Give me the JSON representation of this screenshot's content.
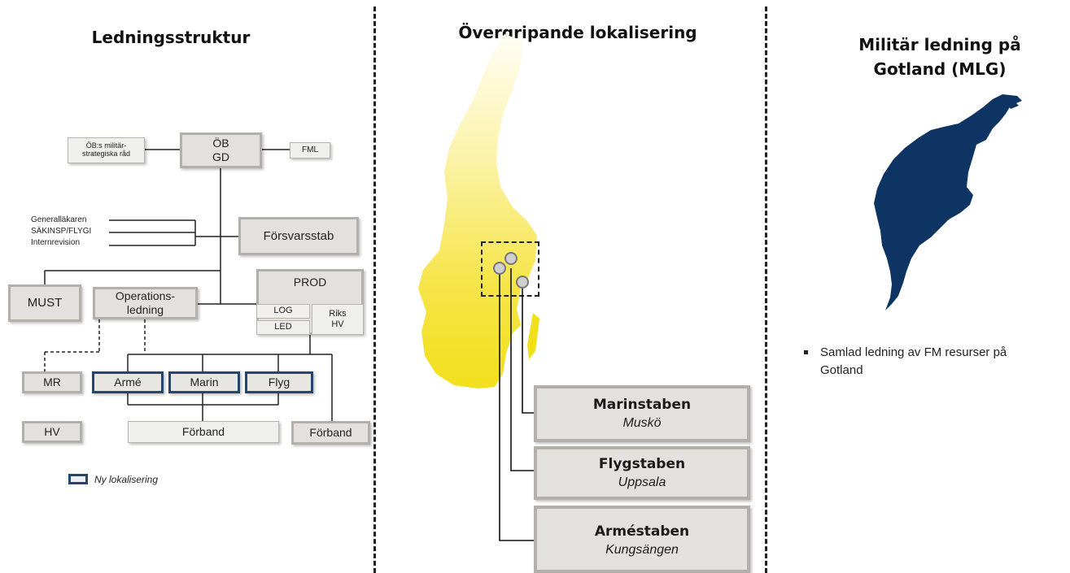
{
  "sections": {
    "left_title": "Ledningsstruktur",
    "middle_title": "Övergripande lokalisering",
    "right_title_line1": "Militär ledning på",
    "right_title_line2": "Gotland (MLG)"
  },
  "org": {
    "ob_line1": "ÖB",
    "ob_line2": "GD",
    "advice_line1": "ÖB:s militär-",
    "advice_line2": "strategiska råd",
    "fml": "FML",
    "side_line1": "Generalläkaren",
    "side_line2": "SÄKINSP/FLYGI",
    "side_line3": "Internrevision",
    "forsvarsstab": "Försvarsstab",
    "must": "MUST",
    "ops_line1": "Operations-",
    "ops_line2": "ledning",
    "prod": "PROD",
    "log": "LOG",
    "led": "LED",
    "riks_line1": "Riks",
    "riks_line2": "HV",
    "mr": "MR",
    "hv": "HV",
    "arme": "Armé",
    "marin": "Marin",
    "flyg": "Flyg",
    "forband_1": "Förband",
    "forband_2": "Förband"
  },
  "legend": {
    "label": "Ny lokalisering",
    "border_color": "#23466e"
  },
  "locations": [
    {
      "name": "Marinstaben",
      "city": "Muskö"
    },
    {
      "name": "Flygstaben",
      "city": "Uppsala"
    },
    {
      "name": "Arméstaben",
      "city": "Kungsängen"
    }
  ],
  "gotland": {
    "bullet_line1": "Samlad ledning av FM resurser på",
    "bullet_line2": "Gotland",
    "fill_color": "#0d3463"
  },
  "colors": {
    "box_fill": "#e3e1dd",
    "box_border": "#b3b0ab",
    "map_yellow": "#f5e23a"
  }
}
